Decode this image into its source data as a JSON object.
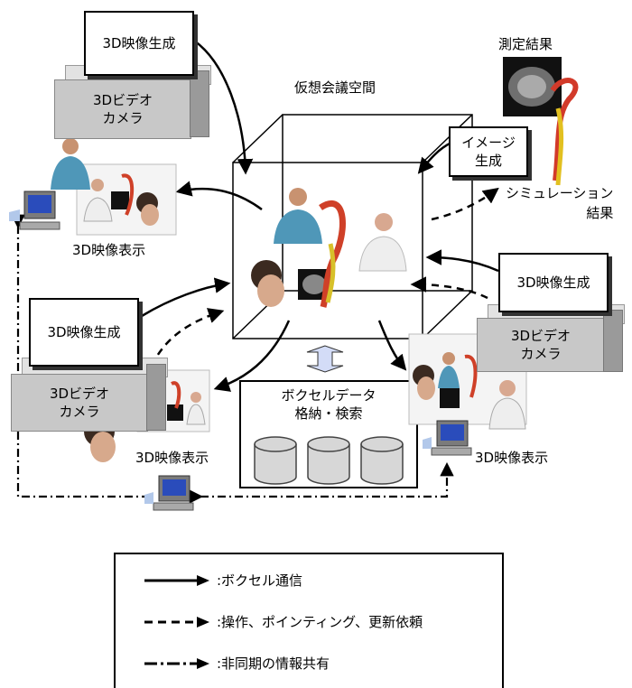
{
  "diagram": {
    "virtual_space_label": "仮想会議空間",
    "measurement_label": "測定結果",
    "image_gen_label": "イメージ\n生成",
    "simulation_label": "シミュレーション\n結果",
    "voxel_label": "ボクセルデータ\n格納・検索",
    "gen_box_1": "3D映像生成",
    "gen_box_2": "3D映像生成",
    "gen_box_3": "3D映像生成",
    "camera_1": "3Dビデオ\nカメラ",
    "camera_2": "3Dビデオ\nカメラ",
    "camera_3": "3Dビデオ\nカメラ",
    "display_1": "3D映像表示",
    "display_2": "3D映像表示",
    "display_3": "3D映像表示"
  },
  "legend": {
    "items": [
      {
        "label": ":ボクセル通信",
        "style": "solid"
      },
      {
        "label": ":操作、ポインティング、更新依頼",
        "style": "dashed"
      },
      {
        "label": ":非同期の情報共有",
        "style": "dashdot"
      }
    ]
  }
}
